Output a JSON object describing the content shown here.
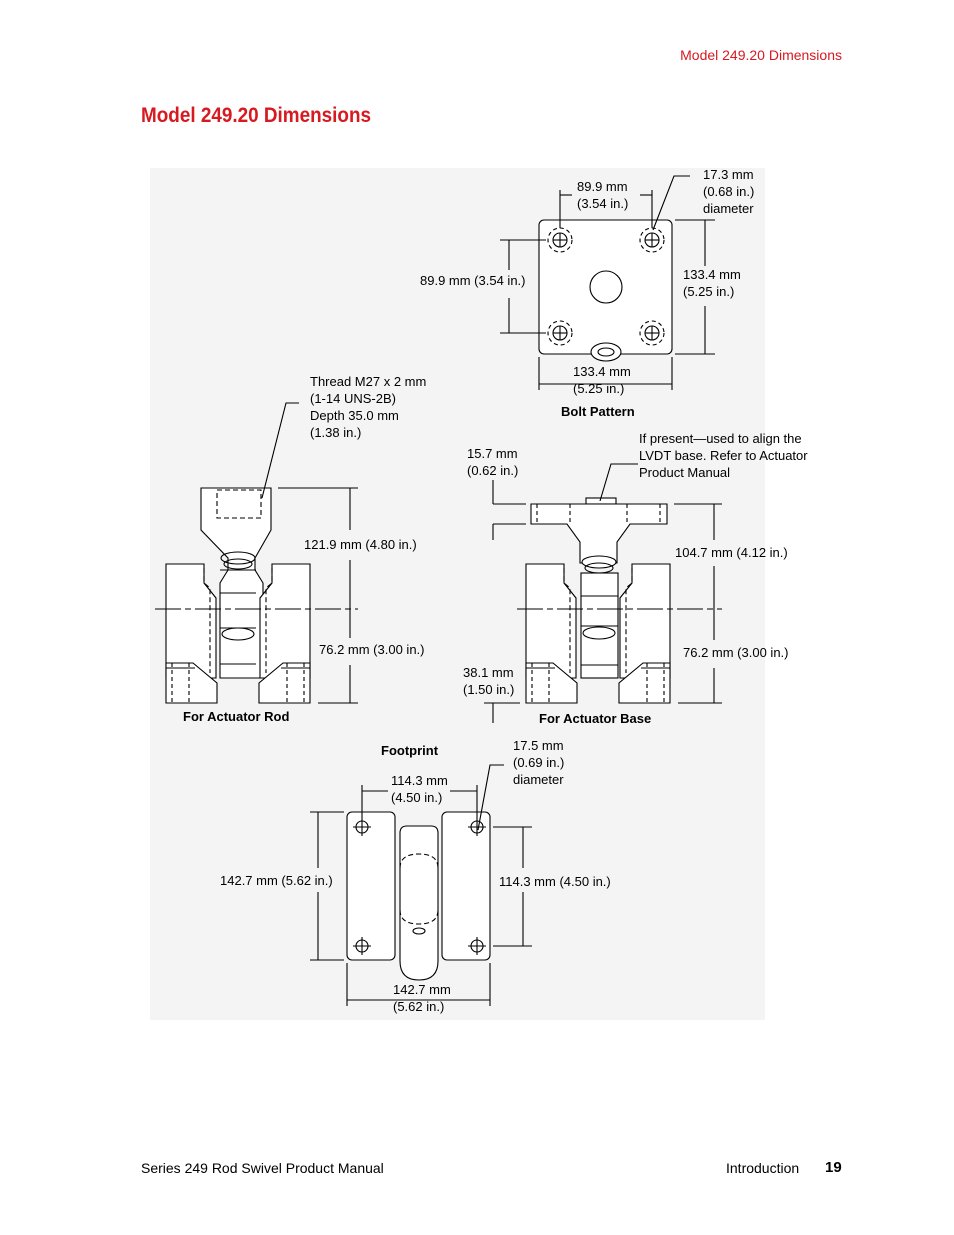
{
  "header": {
    "running_head": "Model 249.20 Dimensions",
    "title": "Model 249.20 Dimensions"
  },
  "bolt_pattern": {
    "caption": "Bolt Pattern",
    "top_width": "89.9 mm\n(3.54 in.)",
    "hole_diameter": "17.3 mm\n(0.68 in.)\ndiameter",
    "left_height": "89.9 mm (3.54 in.)",
    "right_height": "133.4 mm\n(5.25 in.)",
    "bottom_width": "133.4 mm\n(5.25 in.)"
  },
  "actuator_rod": {
    "caption": "For Actuator Rod",
    "thread_note": "Thread M27 x 2 mm\n(1-14 UNS-2B)\nDepth 35.0 mm\n(1.38 in.)",
    "upper_height": "121.9 mm (4.80 in.)",
    "lower_height": "76.2 mm (3.00 in.)"
  },
  "actuator_base": {
    "caption": "For Actuator Base",
    "flange_thickness": "15.7 mm\n(0.62 in.)",
    "lvdt_note": "If present—used to align the\nLVDT base. Refer to Actuator\nProduct Manual",
    "upper_height": "104.7 mm (4.12 in.)",
    "lower_height": "76.2 mm (3.00 in.)",
    "base_offset": "38.1 mm\n(1.50 in.)"
  },
  "footprint": {
    "caption": "Footprint",
    "hole_spacing": "114.3 mm\n(4.50 in.)",
    "hole_diameter": "17.5 mm\n(0.69 in.)\ndiameter",
    "overall_height": "142.7 mm (5.62 in.)",
    "hole_height": "114.3 mm (4.50 in.)",
    "overall_width": "142.7 mm\n(5.62 in.)"
  },
  "footer": {
    "manual_title": "Series 249 Rod Swivel Product Manual",
    "section": "Introduction",
    "page_number": "19"
  },
  "colors": {
    "accent_red": "#d71920",
    "figure_background": "#f4f4f4"
  }
}
